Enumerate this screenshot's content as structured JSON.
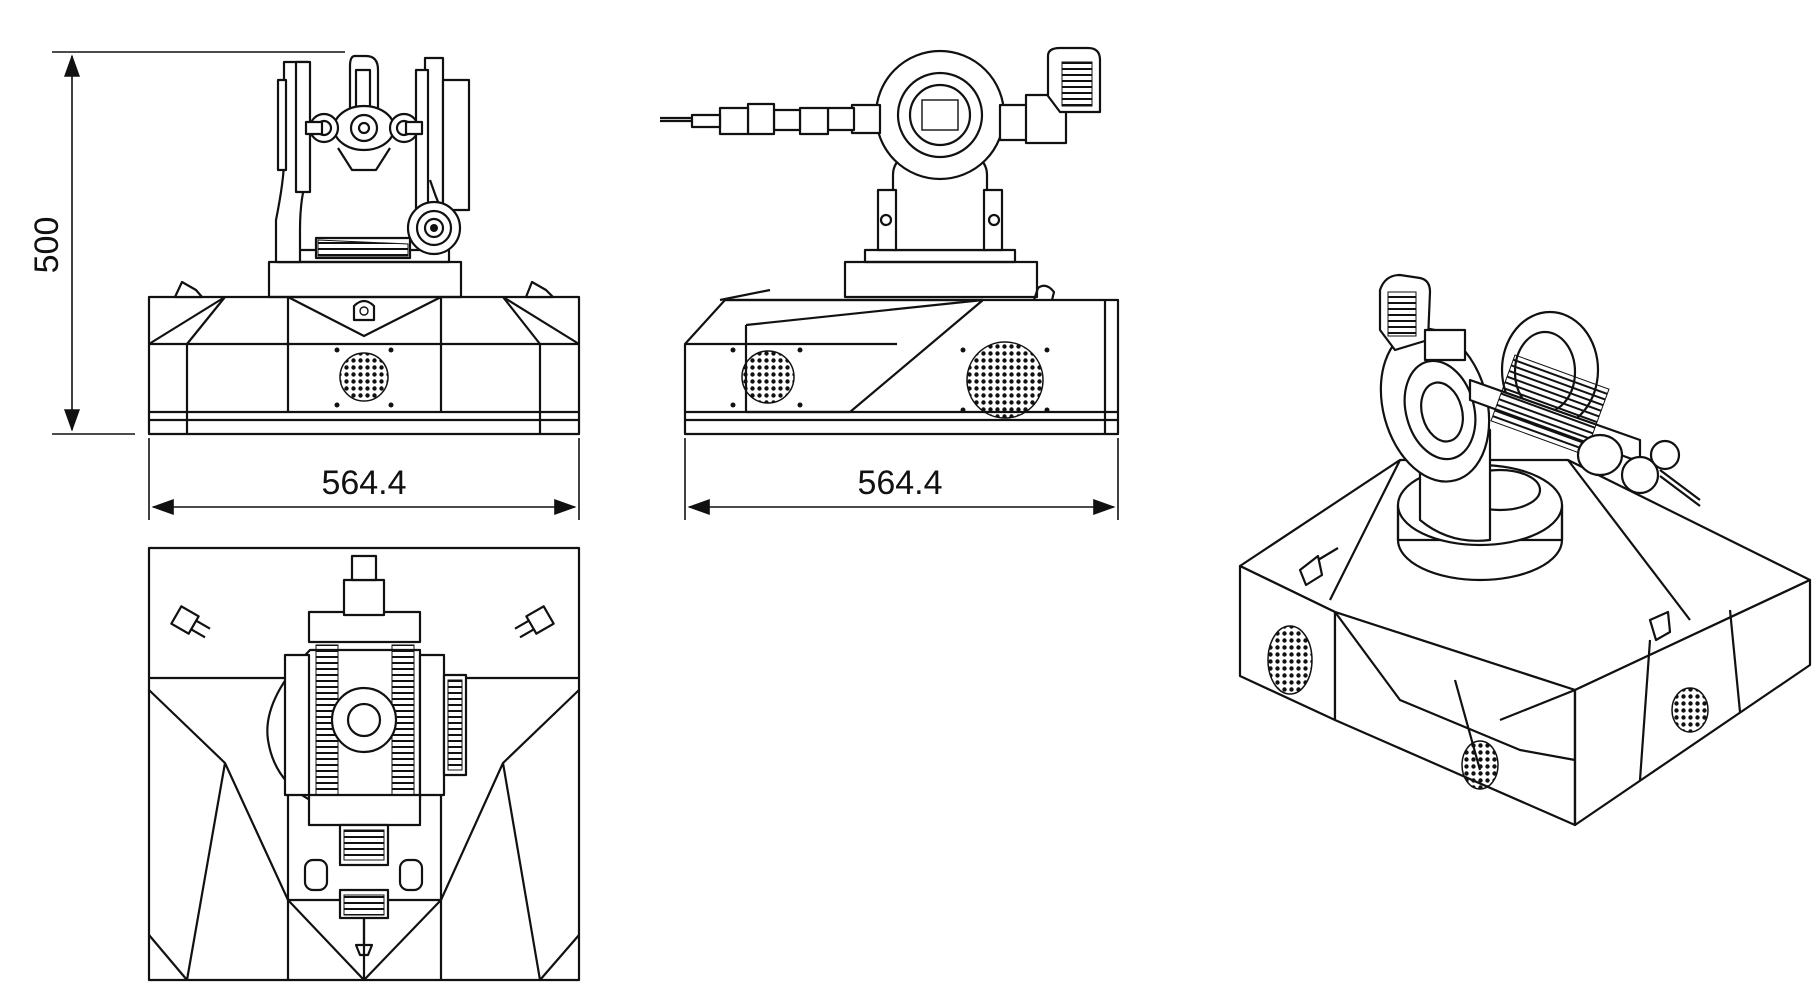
{
  "dimensions": {
    "height_label": "500",
    "front_width_label": "564.4",
    "side_width_label": "564.4"
  },
  "views": {
    "front": "front-view",
    "side": "side-view",
    "top": "top-view",
    "iso": "isometric-view"
  }
}
